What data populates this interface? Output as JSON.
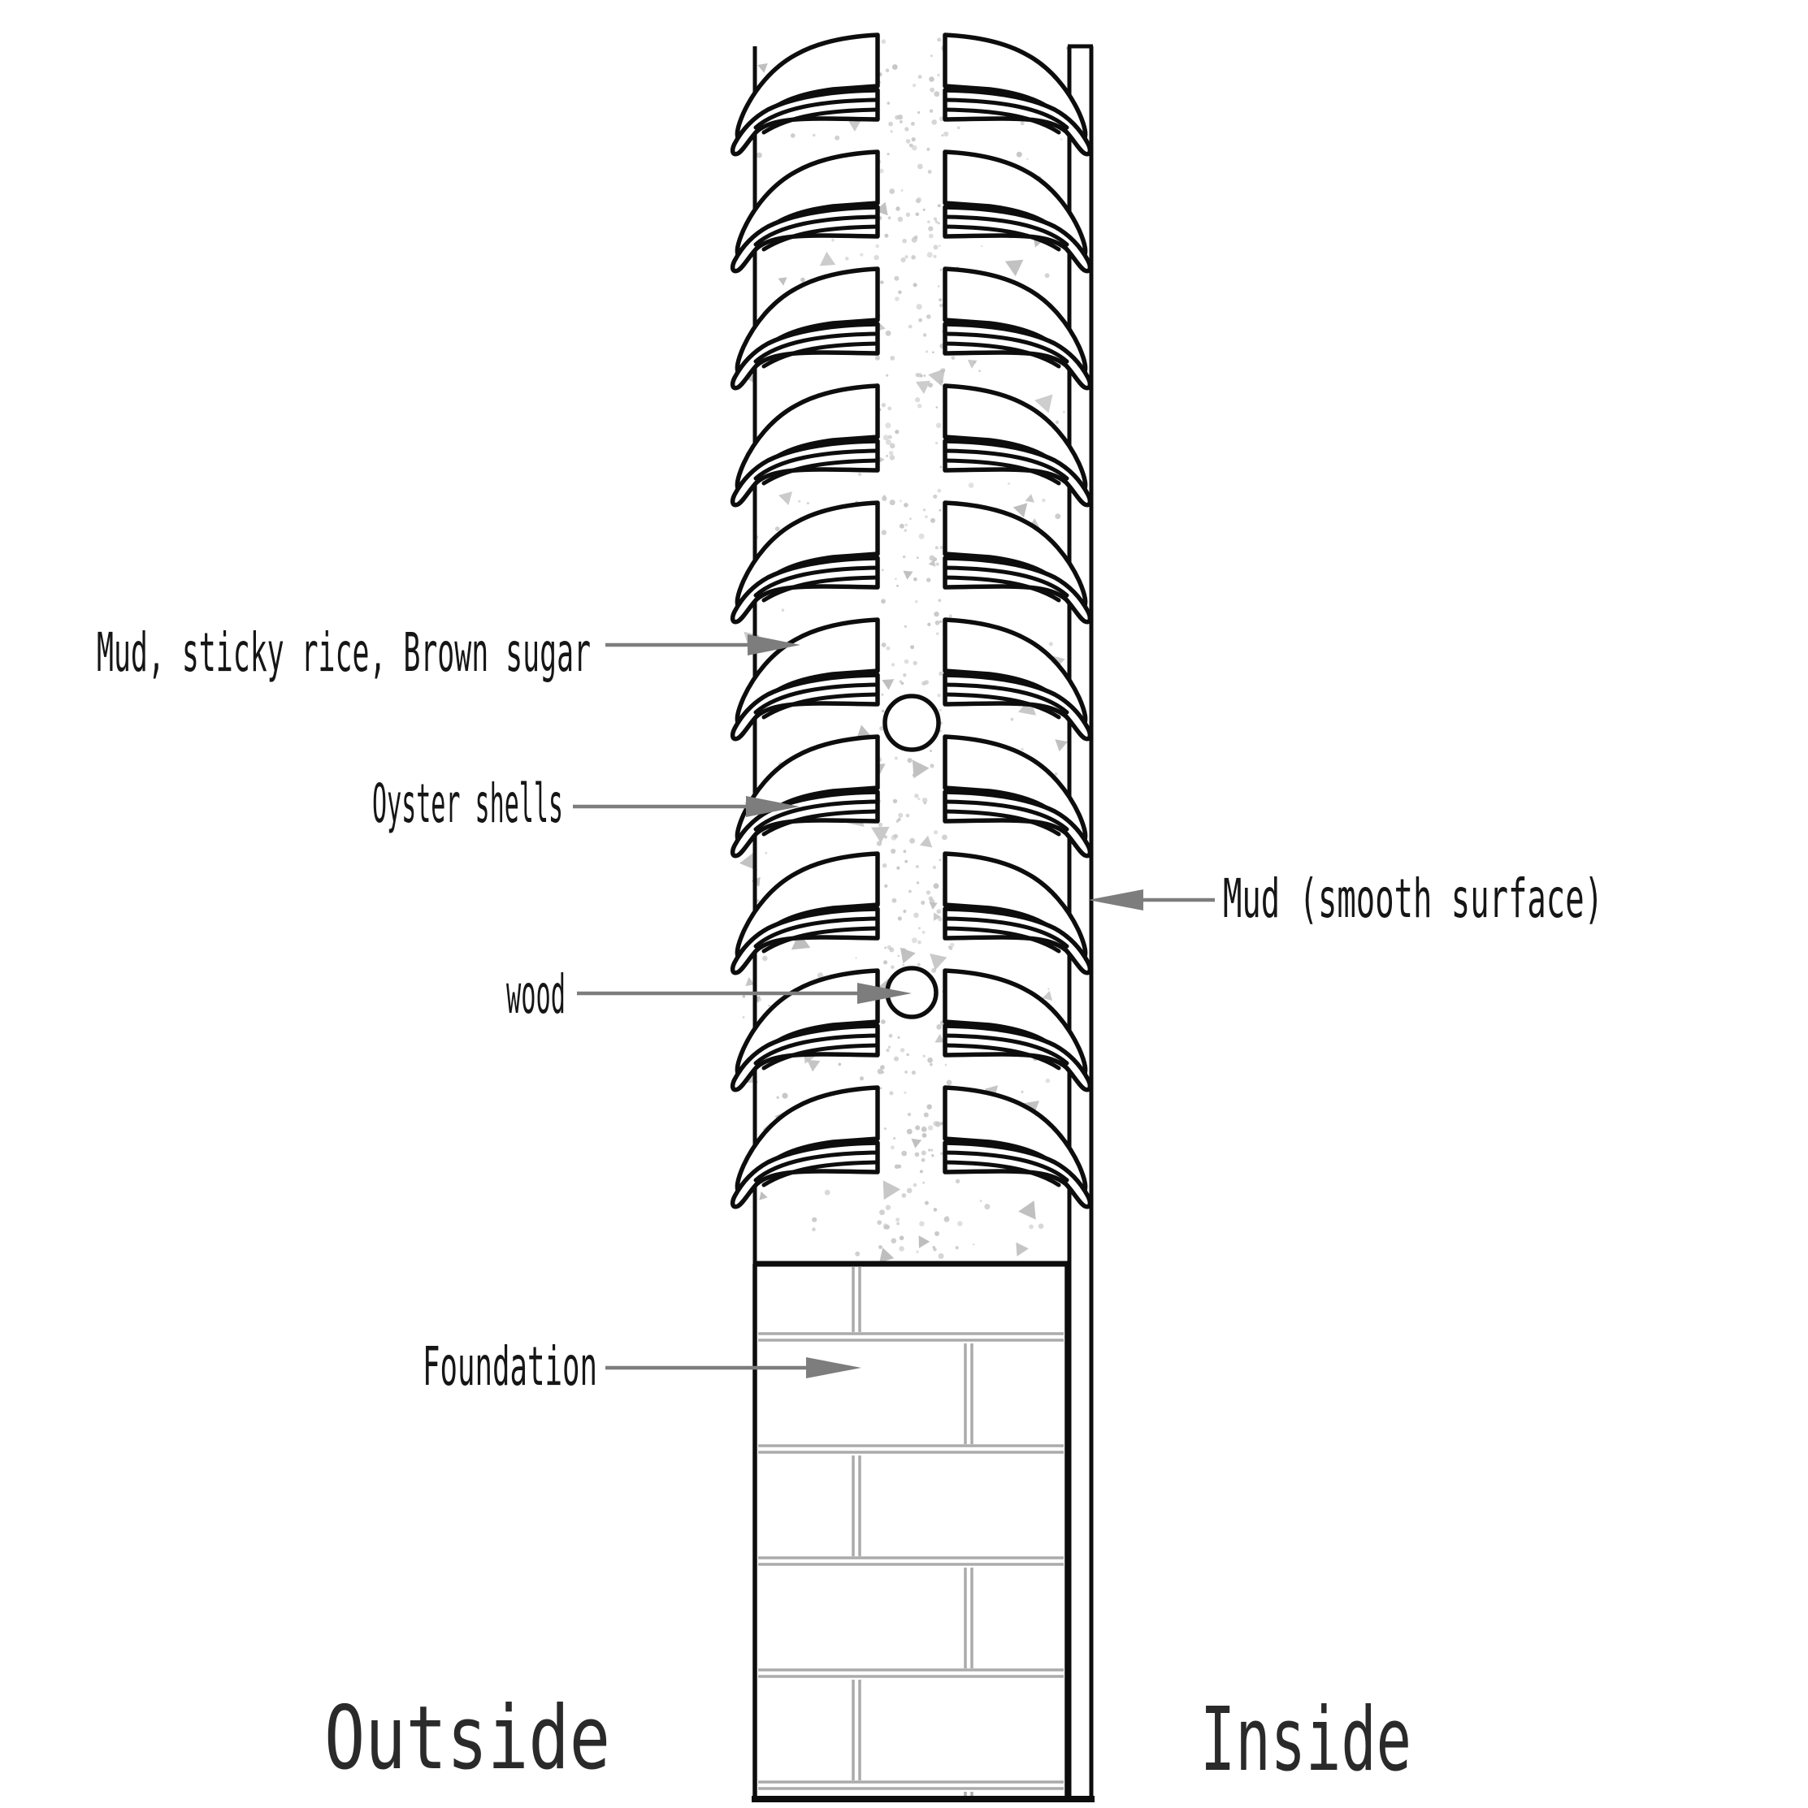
{
  "title": "Oyster shell mud wall section",
  "labels": {
    "mud_mix": "Mud, sticky rice, Brown sugar",
    "oyster_shells": "Oyster shells",
    "mud_smooth": "Mud (smooth surface)",
    "wood": "wood",
    "foundation": "Foundation",
    "outside": "Outside",
    "inside": "Inside"
  },
  "colors": {
    "ink": "#0d0d0d",
    "leader_gray": "#7d7d7d",
    "mortar_gray": "#ababab",
    "stipple_gray": "#c6c6c6",
    "triangle_gray": "#bdbdbd",
    "paper": "#ffffff"
  },
  "figure": {
    "type": "wall-cross-section",
    "shell_pair_rows": 10,
    "wood_dowel_count": 2,
    "brick_rows": 6,
    "layers_outside_to_inside": [
      "oyster shells in mud, sticky rice and brown sugar mortar",
      "smooth mud finish (inside face)"
    ],
    "base": "brick foundation"
  }
}
